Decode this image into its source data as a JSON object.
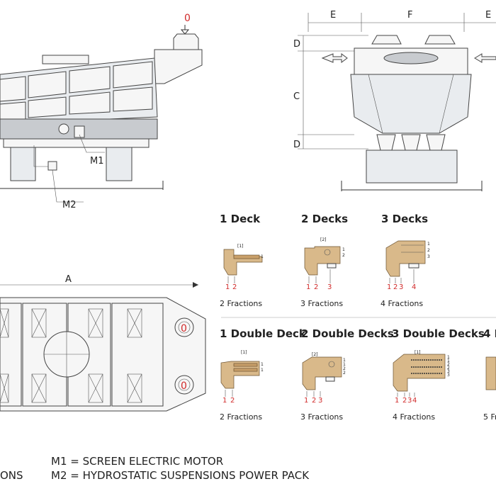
{
  "side_view": {
    "inlet_label": "0",
    "motor_label": "M1",
    "powerpack_label": "M2"
  },
  "front_view": {
    "dim_e_left": "E",
    "dim_f": "F",
    "dim_e_right": "E",
    "dim_d_top": "D",
    "dim_c": "C",
    "dim_d_bottom": "D"
  },
  "plan_view": {
    "dim_a": "A",
    "outlet_top": "0",
    "outlet_bottom": "0"
  },
  "deck_configs": {
    "row1": [
      {
        "title": "1 Deck",
        "caption": "2 Fractions",
        "callout": "[1]",
        "deck_nums": [
          "1"
        ],
        "outputs": [
          "1",
          "2"
        ]
      },
      {
        "title": "2 Decks",
        "caption": "3 Fractions",
        "callout": "[2]",
        "deck_nums": [
          "1",
          "2"
        ],
        "outputs": [
          "1",
          "2",
          "3"
        ]
      },
      {
        "title": "3 Decks",
        "caption": "4 Fractions",
        "callout": "",
        "deck_nums": [
          "1",
          "2",
          "3"
        ],
        "outputs": [
          "1",
          "2",
          "3",
          "4"
        ]
      }
    ],
    "row2": [
      {
        "title": "1 Double Deck",
        "caption": "2 Fractions",
        "callout": "[1]",
        "deck_nums": [
          "1",
          "1"
        ],
        "outputs": [
          "1",
          "2"
        ]
      },
      {
        "title": "2 Double Decks",
        "caption": "3 Fractions",
        "callout": "[2]",
        "deck_nums": [
          "1",
          "1",
          "2",
          "2"
        ],
        "outputs": [
          "1",
          "2",
          "3"
        ]
      },
      {
        "title": "3 Double Decks",
        "caption": "4 Fractions",
        "callout": "[1]",
        "deck_nums": [
          "1",
          "1",
          "2",
          "2",
          "3",
          "3"
        ],
        "outputs": [
          "1",
          "2",
          "3",
          "4"
        ]
      },
      {
        "title": "4 D",
        "caption": "5 Fr",
        "callout": "",
        "deck_nums": [],
        "outputs": []
      }
    ]
  },
  "legend": {
    "left_fragment": "ONS",
    "m1": "M1 = SCREEN ELECTRIC MOTOR",
    "m2": "M2 = HYDROSTATIC SUSPENSIONS POWER PACK"
  },
  "colors": {
    "accent_red": "#d12a2a",
    "material": "#d9b98a"
  }
}
